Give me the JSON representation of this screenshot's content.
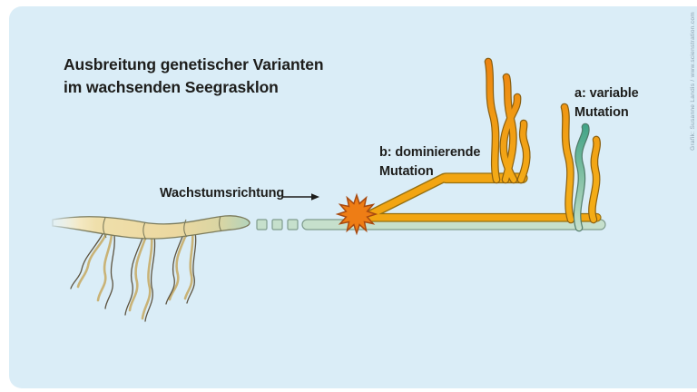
{
  "title": {
    "line1": "Ausbreitung genetischer Varianten",
    "line2": "im wachsenden Seegrasklon"
  },
  "growth": {
    "label": "Wachstumsrichtung"
  },
  "mutation_b": {
    "line1": "b: dominierende",
    "line2": "Mutation"
  },
  "mutation_a": {
    "line1": "a: variable",
    "line2": "Mutation"
  },
  "credit": {
    "text": "Grafik: Susanne Landis / www.scienstration.com"
  },
  "icons": {
    "growth_arrow": "arrow-right",
    "mutation_event": "starburst"
  },
  "colors": {
    "canvas_background": "#daedf7",
    "frame_background": "#ffffff",
    "text": "#1d1d1b",
    "credit_text": "#8fa3b2",
    "rhizome_fill": "#ecd9a2",
    "rhizome_tip_green": "#b2d4bd",
    "rhizome_outline": "#7b7b5c",
    "root_tan": "#c9b377",
    "root_dark": "#5c5340",
    "runner_green_fill": "#c6e0cc",
    "runner_green_outline": "#7f9c8d",
    "mutant_orange_fill": "#f2a512",
    "mutant_orange_outline": "#8a5f10",
    "mutant_orange_tip": "#ec8111",
    "starburst_fill": "#ee7d15",
    "starburst_outline": "#a84a10",
    "variable_teal_top": "#3ea285",
    "variable_teal_base": "#c6e0cc",
    "variable_teal_outline": "#4f7a68"
  }
}
